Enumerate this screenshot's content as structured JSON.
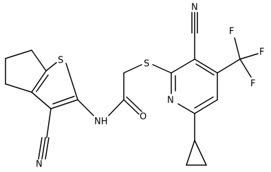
{
  "molecule": {
    "atom_labels": {
      "S_thiophene": "S",
      "S_thioether": "S",
      "N_pyridine": "N",
      "N_amide": "NH",
      "O_carbonyl": "O",
      "N_nitrile_left": "N",
      "N_nitrile_top": "N",
      "F_1": "F",
      "F_2": "F",
      "F_3": "F"
    },
    "colors": {
      "bond": "#000000",
      "label": "#000000",
      "background": "#ffffff"
    }
  }
}
